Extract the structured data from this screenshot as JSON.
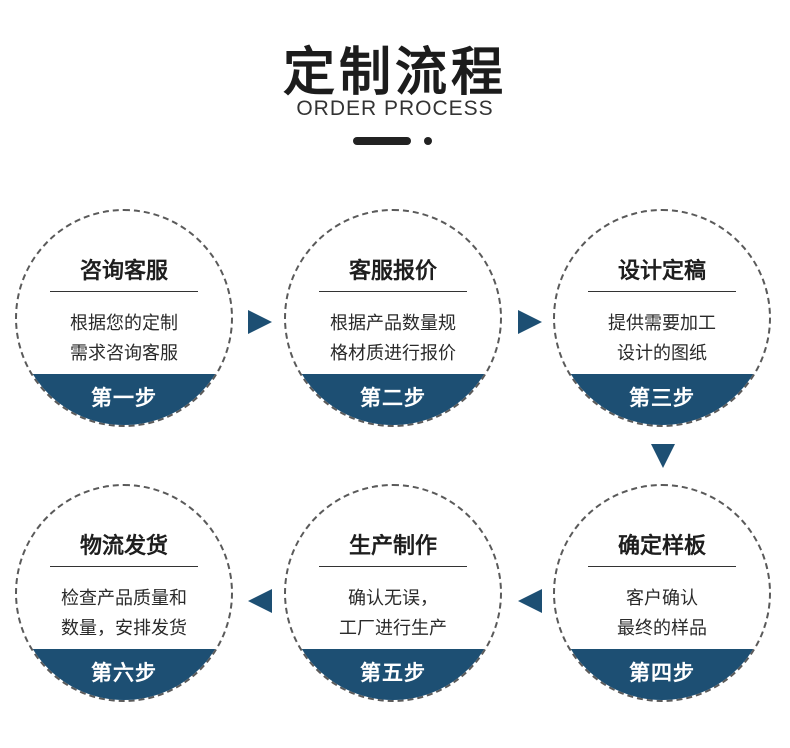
{
  "header": {
    "title": "定制流程",
    "subtitle": "ORDER PROCESS"
  },
  "colors": {
    "accent": "#1d4f73",
    "text": "#222222"
  },
  "steps": [
    {
      "title": "咨询客服",
      "desc1": "根据您的定制",
      "desc2": "需求咨询客服",
      "badge": "第一步"
    },
    {
      "title": "客服报价",
      "desc1": "根据产品数量规",
      "desc2": "格材质进行报价",
      "badge": "第二步"
    },
    {
      "title": "设计定稿",
      "desc1": "提供需要加工",
      "desc2": "设计的图纸",
      "badge": "第三步"
    },
    {
      "title": "确定样板",
      "desc1": "客户确认",
      "desc2": "最终的样品",
      "badge": "第四步"
    },
    {
      "title": "生产制作",
      "desc1": "确认无误，",
      "desc2": "工厂进行生产",
      "badge": "第五步"
    },
    {
      "title": "物流发货",
      "desc1": "检查产品质量和",
      "desc2": "数量，安排发货",
      "badge": "第六步"
    }
  ],
  "icons": {
    "right": "arrow-right-icon",
    "left": "arrow-left-icon",
    "down": "arrow-down-icon"
  }
}
